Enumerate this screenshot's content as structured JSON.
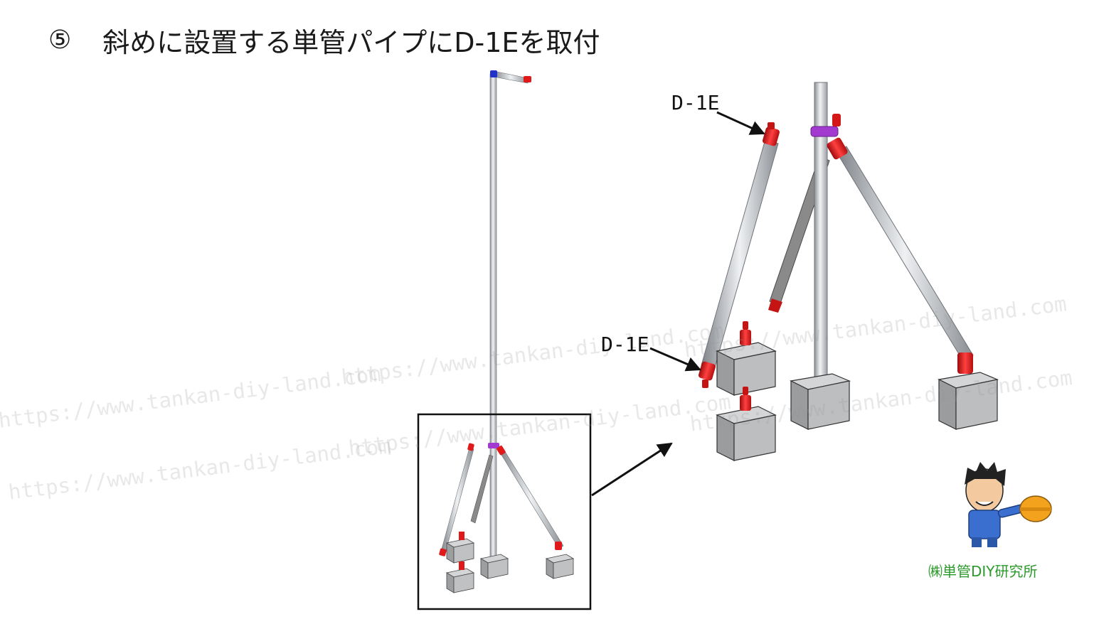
{
  "title": {
    "step": "⑤",
    "text": "斜めに設置する単管パイプにD-1Eを取付"
  },
  "callouts": {
    "upper_label": "D-1E",
    "lower_label": "D-1E"
  },
  "brand": {
    "company": "㈱単管DIY研究所",
    "mascot_icon": "worker-mascot-icon"
  },
  "watermark": {
    "text": "https://www.tankan-diy-land.com"
  },
  "colors": {
    "pipe": "#d7d9dc",
    "fitting_red": "#e01a1a",
    "clamp_purple": "#a23ad0",
    "cap_blue": "#2233cc",
    "block": "#b9bbbd",
    "brand_green": "#2a9a2a"
  }
}
